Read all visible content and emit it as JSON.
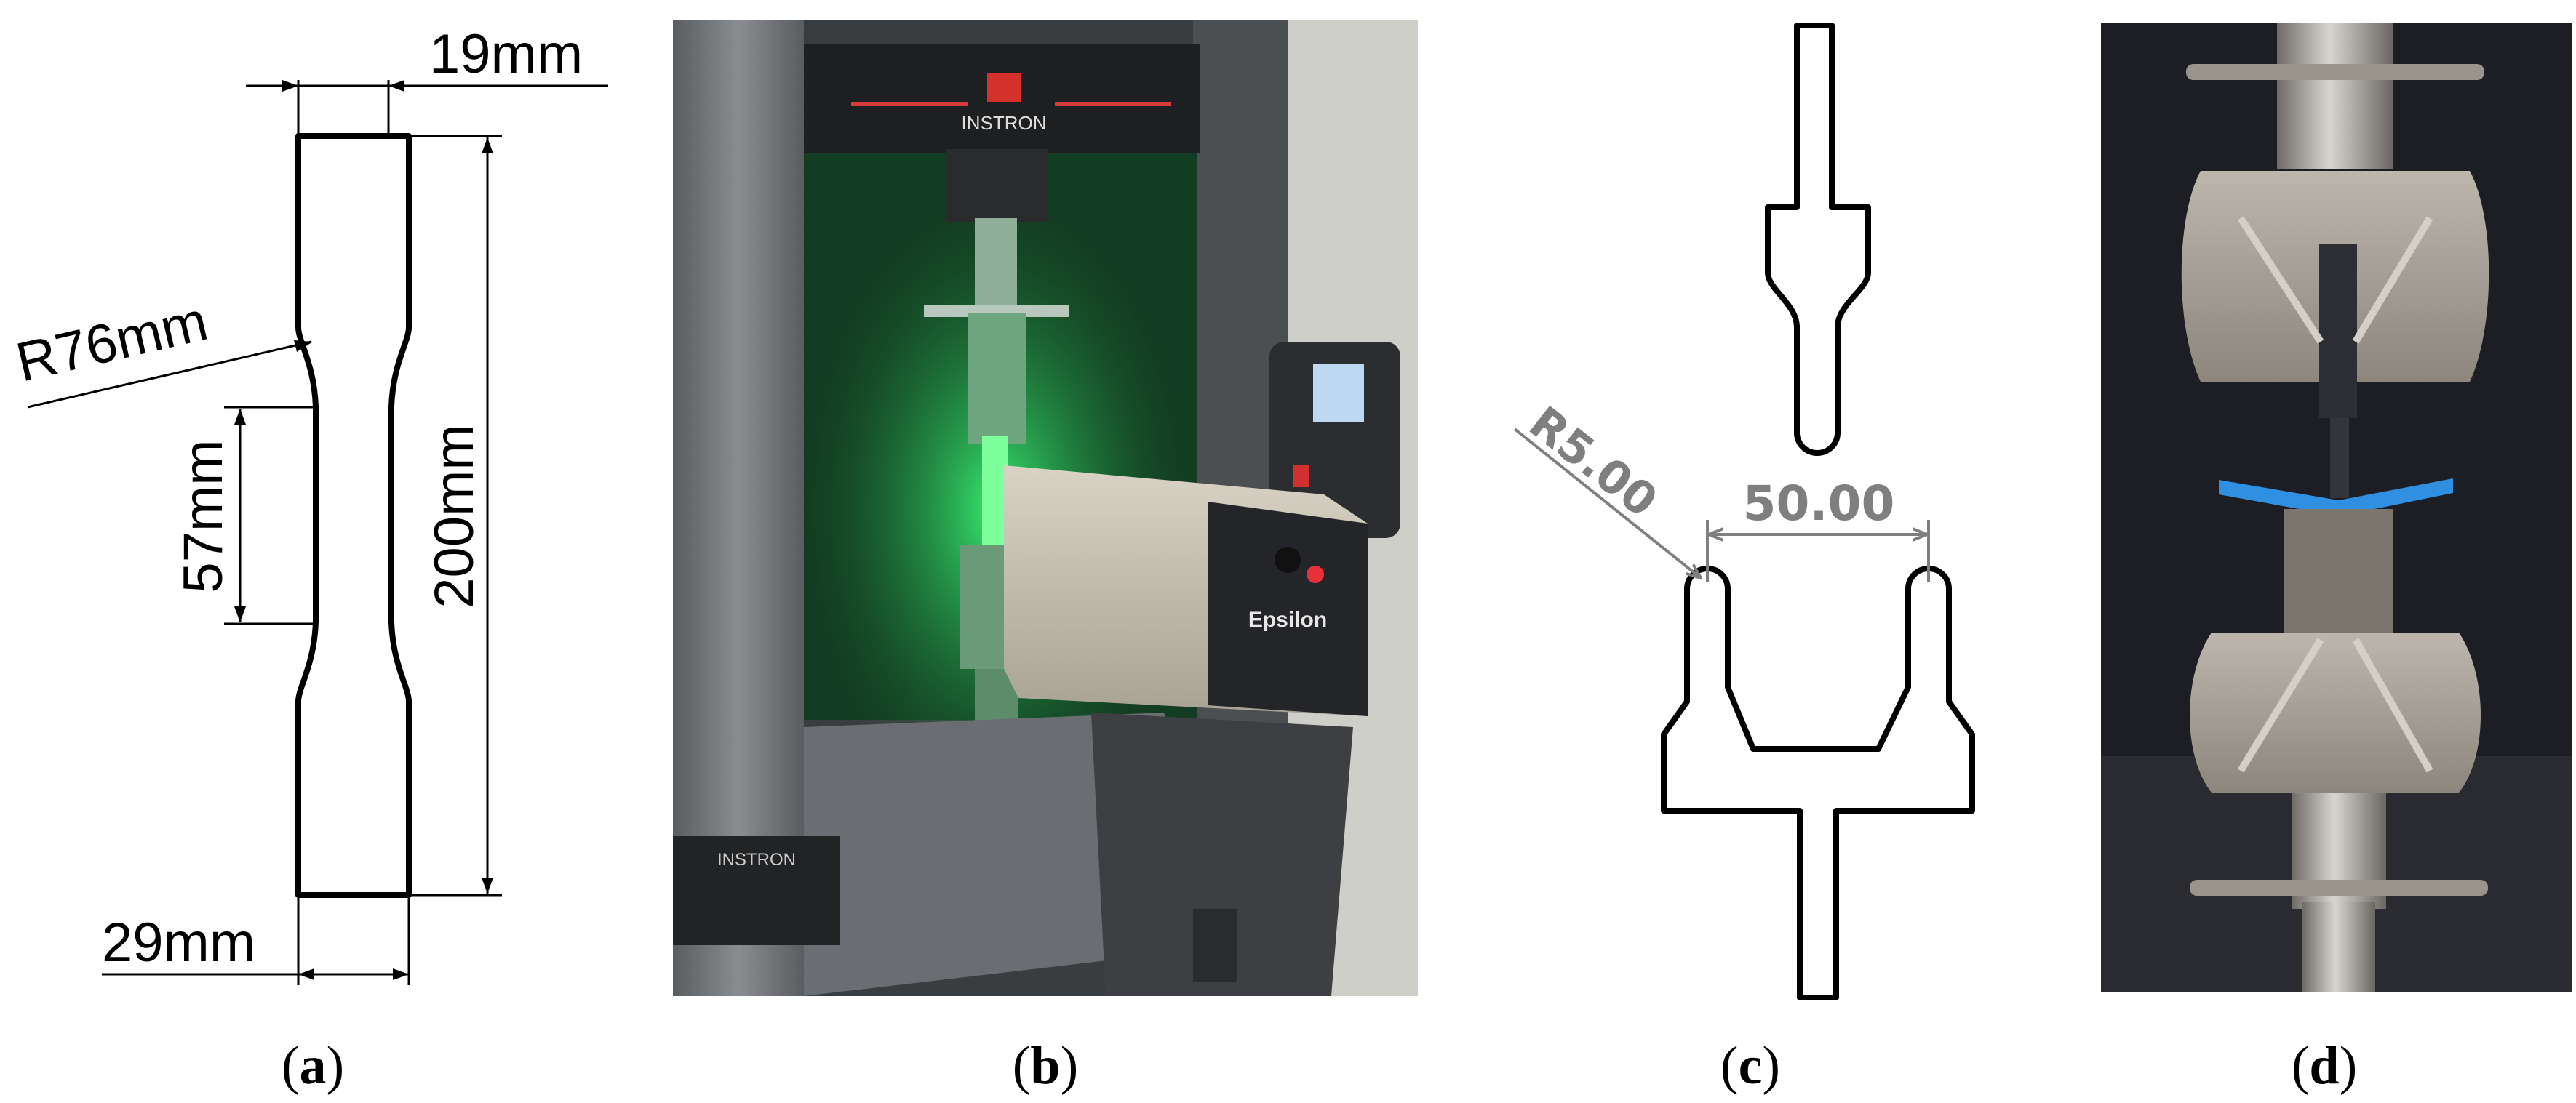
{
  "panels": {
    "a": {
      "caption_open": "(",
      "caption_letter": "a",
      "caption_close": ")",
      "dim_width_top": "19mm",
      "dim_radius": "R76mm",
      "dim_gauge_length": "57mm",
      "dim_total_length": "200mm",
      "dim_width_bottom": "29mm"
    },
    "b": {
      "caption_open": "(",
      "caption_letter": "b",
      "caption_close": ")",
      "brand_top": "INSTRON",
      "brand_bottom": "INSTRON",
      "extensometer_brand": "Epsilon",
      "photo_description_icon": "tensile-test-machine-photo"
    },
    "c": {
      "caption_open": "(",
      "caption_letter": "c",
      "caption_close": ")",
      "dim_radius": "R5.00",
      "dim_gap": "50.00"
    },
    "d": {
      "caption_open": "(",
      "caption_letter": "d",
      "caption_close": ")",
      "photo_description_icon": "bending-fixture-photo"
    }
  },
  "colors": {
    "line": "#000000",
    "dim_grey": "#7f7f7f",
    "laser_green": "#22e06a",
    "specimen_blue": "#2f8fe0",
    "machine_dark": "#2a2a2c",
    "frame_grey": "#b9bcc0"
  }
}
